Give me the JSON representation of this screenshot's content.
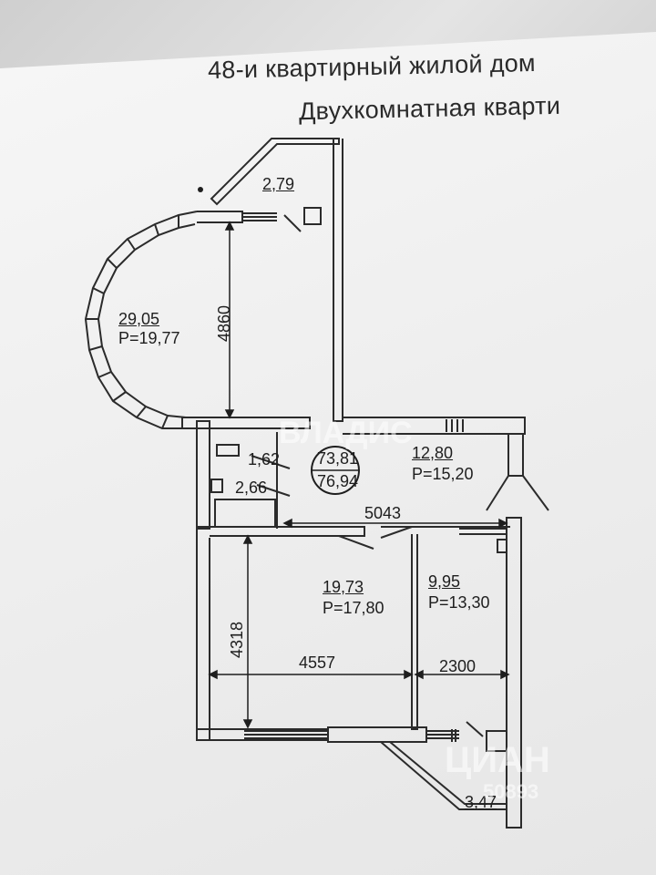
{
  "header": {
    "title": "48-и квартирный жилой дом",
    "subtitle": "Двухкомнатная кварти"
  },
  "rooms": {
    "balcony_top": {
      "area": "2,79"
    },
    "living": {
      "area": "29,05",
      "perimeter": "Р=19,77"
    },
    "wc": {
      "area": "1,62"
    },
    "bath": {
      "area": "2,66"
    },
    "kitchen": {
      "area": "12,80",
      "perimeter": "Р=15,20"
    },
    "room1": {
      "area": "19,73",
      "perimeter": "Р=17,80"
    },
    "room2": {
      "area": "9,95",
      "perimeter": "Р=13,30"
    },
    "balcony_bottom": {
      "area": "3,47"
    }
  },
  "totals": {
    "living_area": "73,81",
    "total_area": "76,94"
  },
  "dimensions": {
    "living_height": "4860",
    "corridor_width": "5043",
    "room1_height": "4318",
    "room1_width": "4557",
    "room2_width": "2300"
  },
  "watermarks": {
    "top": "ВЛАДИС",
    "bottom": "ЦИАН",
    "phone": "50893"
  }
}
